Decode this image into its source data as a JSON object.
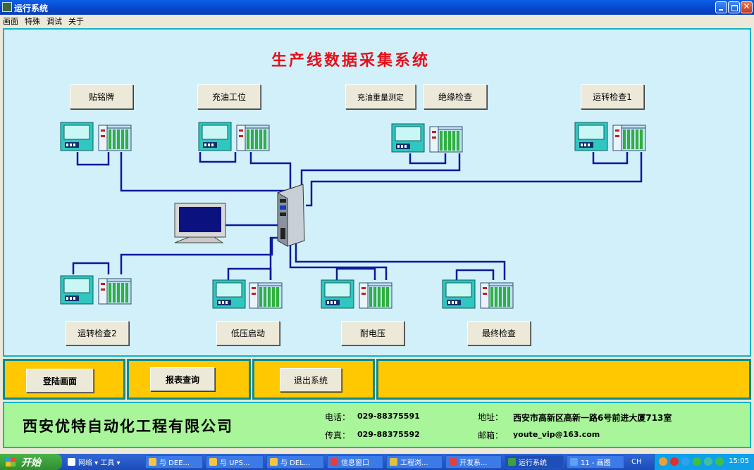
{
  "window": {
    "title": "运行系统"
  },
  "menu": [
    "画面",
    "特殊",
    "调试",
    "关于"
  ],
  "main": {
    "title": "生产线数据采集系统",
    "stations_top": [
      {
        "label": "贴铭牌"
      },
      {
        "label": "充油工位"
      },
      {
        "label": "充油重量测定"
      },
      {
        "label": "绝缘检查"
      },
      {
        "label": "运转检查1"
      }
    ],
    "stations_bottom": [
      {
        "label": "运转检查2"
      },
      {
        "label": "低压启动"
      },
      {
        "label": "耐电压"
      },
      {
        "label": "最终检查"
      }
    ]
  },
  "controls": {
    "login": "登陆画面",
    "report": "报表查询",
    "exit": "退出系统"
  },
  "info": {
    "company": "西安优特自动化工程有限公司",
    "phone_label": "电话：",
    "phone": "029-88375591",
    "fax_label": "传真：",
    "fax": "029-88375592",
    "address_label": "地址：",
    "address": "西安市高新区高新一路6号前进大厦713室",
    "email_label": "邮箱：",
    "email": "youte_vip@163.com"
  },
  "taskbar": {
    "start": "开始",
    "items": [
      {
        "label": "网络 ▾ 工具 ▾",
        "color": "#ffffff"
      },
      {
        "label": "与 DEE...",
        "color": "#f5c542"
      },
      {
        "label": "与 UPS...",
        "color": "#f5c542"
      },
      {
        "label": "与 DEL...",
        "color": "#f5c542"
      },
      {
        "label": "信息窗口",
        "color": "#e04040"
      },
      {
        "label": "工程浏...",
        "color": "#e0c040"
      },
      {
        "label": "开发系...",
        "color": "#e04040"
      },
      {
        "label": "运行系统",
        "color": "#40a040"
      },
      {
        "label": "11 - 画图",
        "color": "#60a0f0"
      }
    ],
    "lang": "CH",
    "clock": "15:05"
  },
  "colors": {
    "network_line": "#0a1a9a",
    "panel_yellow": "#ffc800",
    "info_green": "#a8f59a",
    "title_red": "#e4101a"
  }
}
